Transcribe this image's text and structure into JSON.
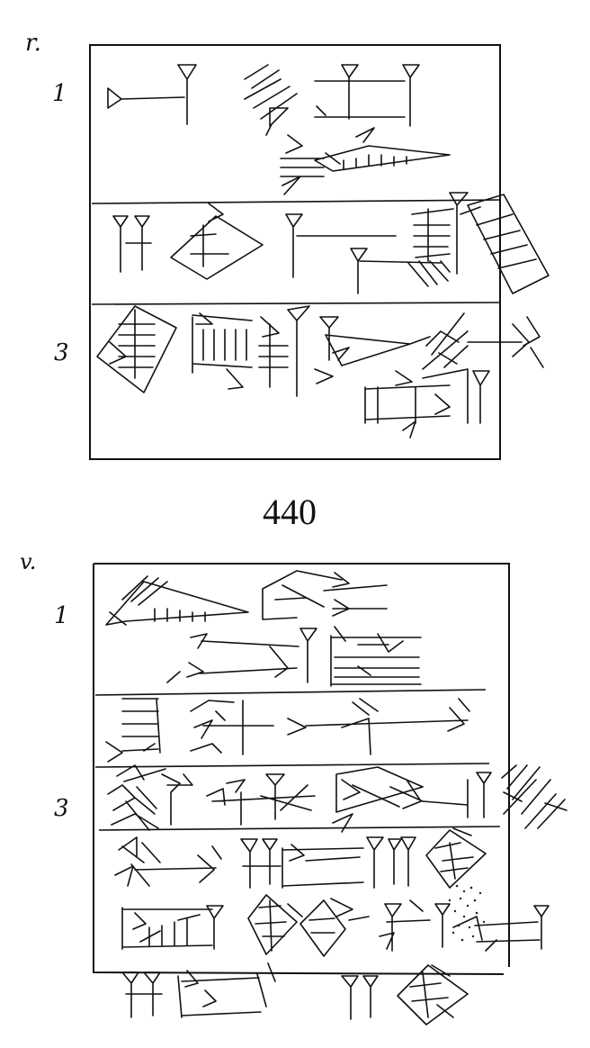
{
  "obverse": {
    "side_label": "r.",
    "line_numbers": [
      "1",
      "3"
    ]
  },
  "catalog_number": "440",
  "reverse": {
    "side_label": "v.",
    "line_numbers": [
      "1",
      "3"
    ]
  }
}
